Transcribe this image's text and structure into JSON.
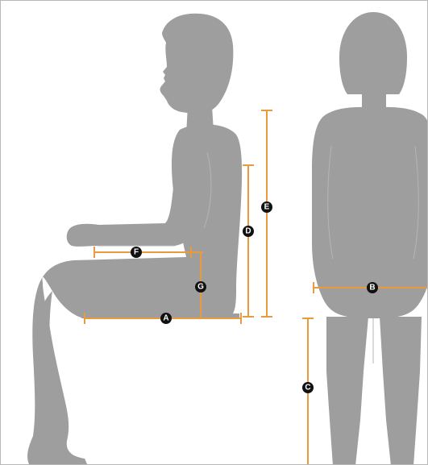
{
  "colors": {
    "background": "#ffffff",
    "silhouette": "#9e9e9e",
    "silhouette_edge": "#b5b5b5",
    "measure_line": "#e89a3c",
    "marker_fill": "#111111",
    "marker_text": "#ffffff"
  },
  "measurements": {
    "A": {
      "label": "A"
    },
    "B": {
      "label": "B"
    },
    "C": {
      "label": "C"
    },
    "D": {
      "label": "D"
    },
    "E": {
      "label": "E"
    },
    "F": {
      "label": "F"
    },
    "G": {
      "label": "G"
    }
  }
}
